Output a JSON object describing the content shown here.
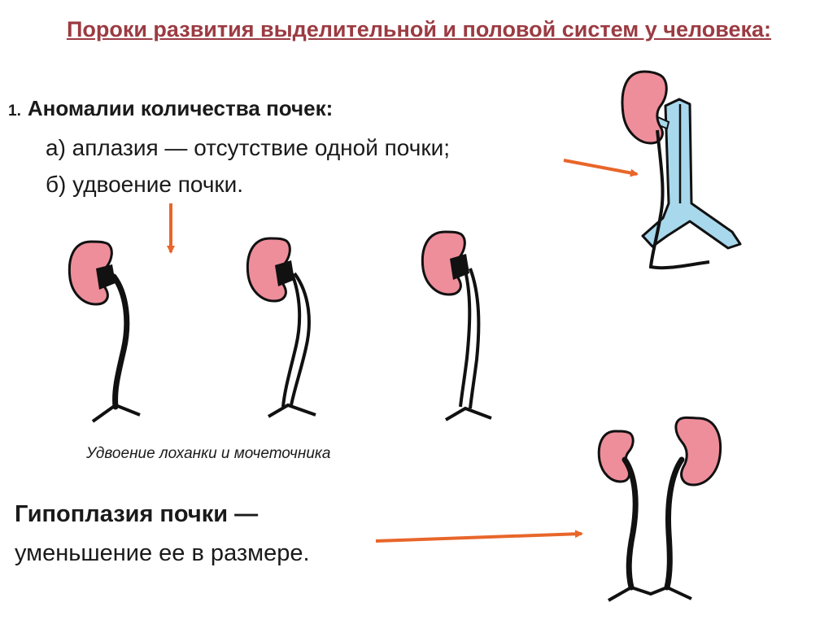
{
  "title": "Пороки развития выделительной и половой систем у человека:",
  "section1": {
    "number": "1.",
    "heading": "Аномалии количества почек:",
    "item_a": "а)  аплазия — отсутствие одной почки;",
    "item_b": "б)  удвоение почки."
  },
  "caption": "Удвоение лоханки и мочеточника",
  "hypoplasia": {
    "title": "Гипоплазия почки —",
    "description": "уменьшение ее в размере."
  },
  "colors": {
    "title": "#9b3b42",
    "arrow": "#e8662a",
    "kidney": "#ee8e9a",
    "vessel": "#a8d8ec"
  }
}
